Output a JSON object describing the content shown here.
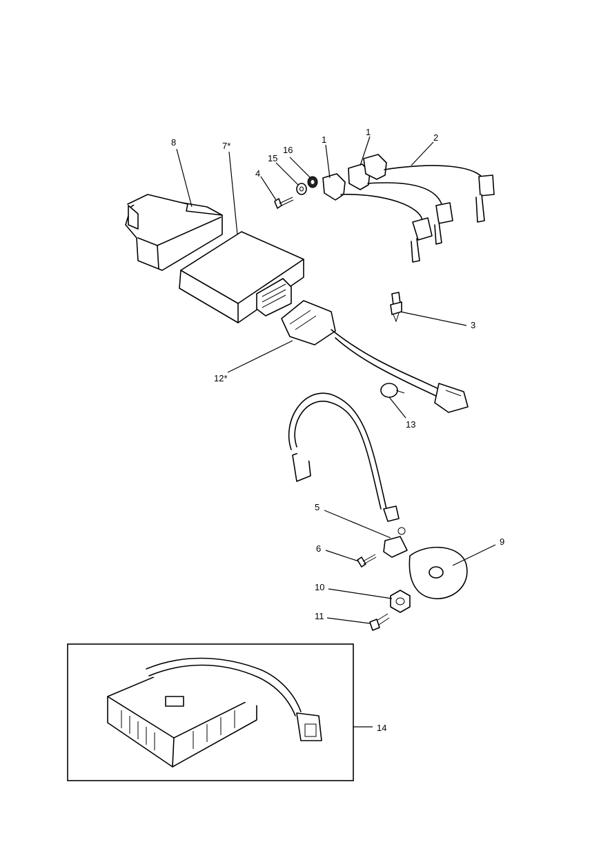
{
  "callouts": {
    "c1a": "1",
    "c1b": "1",
    "c2": "2",
    "c3": "3",
    "c4": "4",
    "c5": "5",
    "c6": "6",
    "c7": "7*",
    "c8": "8",
    "c9": "9",
    "c10": "10",
    "c11": "11",
    "c12": "12*",
    "c13": "13",
    "c14": "14",
    "c15": "15",
    "c16": "16"
  }
}
